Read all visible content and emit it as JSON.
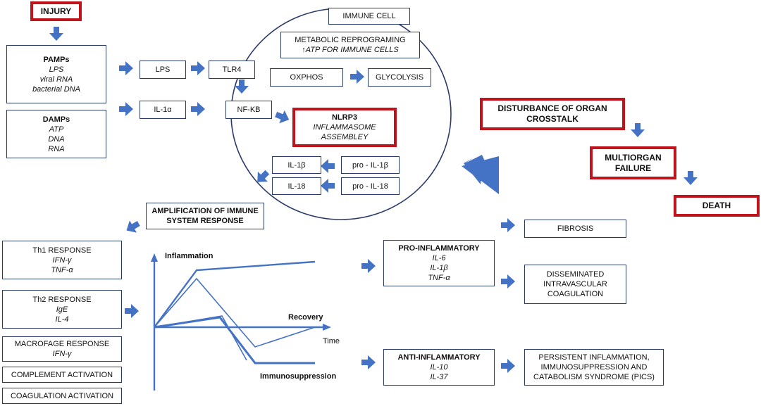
{
  "injury": "INJURY",
  "pamps": {
    "title": "PAMPs",
    "items": [
      "LPS",
      "viral RNA",
      "bacterial DNA"
    ]
  },
  "damps": {
    "title": "DAMPs",
    "items": [
      "ATP",
      "DNA",
      "RNA"
    ]
  },
  "lps": "LPS",
  "tlr4": "TLR4",
  "il1a": "IL-1α",
  "nfkb": "NF-KB",
  "immune_cell": "IMMUNE CELL",
  "metabolic": {
    "line1": "METABOLIC REPROGRAMING",
    "line2": "↑ATP FOR IMMUNE CELLS"
  },
  "oxphos": "OXPHOS",
  "glycolysis": "GLYCOLYSIS",
  "nlrp3": {
    "title": "NLRP3",
    "line2": "INFLAMMASOME",
    "line3": "ASSEMBLEY"
  },
  "il1b": "IL-1β",
  "pro_il1b": "pro - IL-1β",
  "il18": "IL-18",
  "pro_il18": "pro - IL-18",
  "organ_crosstalk": {
    "line1": "DISTURBANCE OF ORGAN",
    "line2": "CROSSTALK"
  },
  "multiorgan": {
    "line1": "MULTIORGAN",
    "line2": "FAILURE"
  },
  "death": "DEATH",
  "amplification": {
    "line1": "AMPLIFICATION OF IMMUNE",
    "line2": "SYSTEM RESPONSE"
  },
  "th1": {
    "title": "Th1 RESPONSE",
    "items": [
      "IFN-γ",
      "TNF-α"
    ]
  },
  "th2": {
    "title": "Th2 RESPONSE",
    "items": [
      "IgE",
      "IL-4"
    ]
  },
  "macrophage": {
    "title": "MACROFAGE RESPONSE",
    "items": [
      "IFN-γ"
    ]
  },
  "complement": "COMPLEMENT ACTIVATION",
  "coagulation": "COAGULATION ACTIVATION",
  "graph": {
    "inflammation": "Inflammation",
    "recovery": "Recovery",
    "time": "Time",
    "immunosuppression": "Immunosuppression"
  },
  "pro_inflammatory": {
    "title": "PRO-INFLAMMATORY",
    "items": [
      "IL-6",
      "IL-1β",
      "TNF-α"
    ]
  },
  "anti_inflammatory": {
    "title": "ANTI-INFLAMMATORY",
    "items": [
      "IL-10",
      "IL-37"
    ]
  },
  "fibrosis": "FIBROSIS",
  "dic": {
    "line1": "DISSEMINATED",
    "line2": "INTRAVASCULAR",
    "line3": "COAGULATION"
  },
  "pics": {
    "line1": "PERSISTENT INFLAMMATION,",
    "line2": "IMMUNOSUPPRESSION AND",
    "line3": "CATABOLISM SYNDROME (PICS)"
  },
  "colors": {
    "arrow": "#4472c4",
    "red_border": "#c0141c",
    "box_border": "#2a3a6a",
    "curve": "#4472c4"
  }
}
